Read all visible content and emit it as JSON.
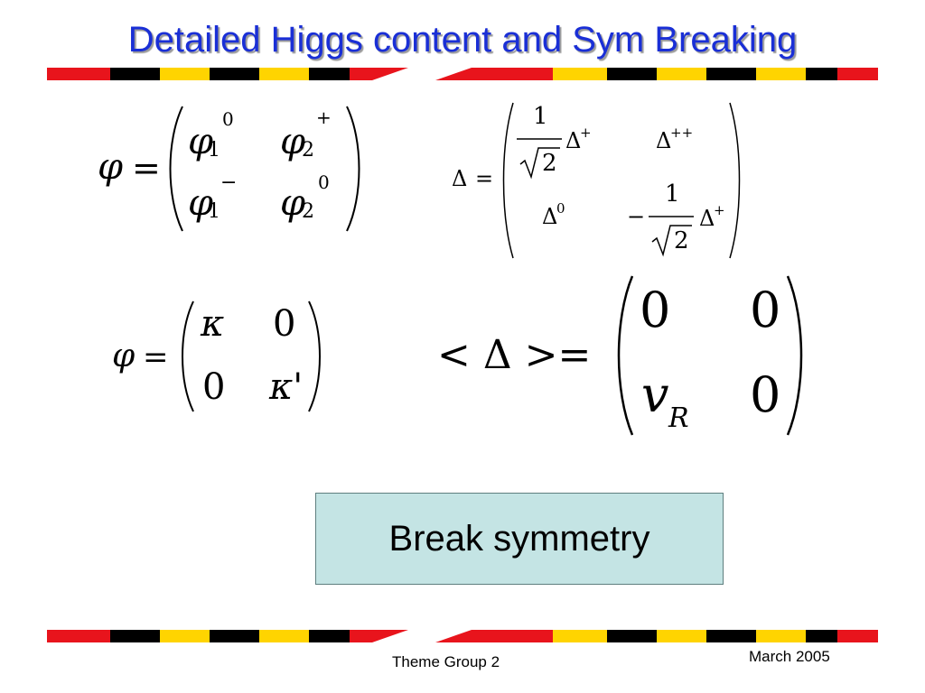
{
  "slide": {
    "title": "Detailed Higgs content and Sym Breaking",
    "callout": "Break symmetry",
    "footer_left": "Theme Group 2",
    "footer_right": "March 2005"
  },
  "colors": {
    "title": "#1a2fd6",
    "callout_fill": "#c4e4e4",
    "stripe_red": "#e8141c",
    "stripe_yellow": "#ffd400",
    "stripe_black": "#000000"
  },
  "equations": {
    "phi_matrix": {
      "lhs": "φ",
      "equals": "=",
      "cells": [
        {
          "base": "φ",
          "sub": "1",
          "sup": "0"
        },
        {
          "base": "φ",
          "sub": "2",
          "sup": "+"
        },
        {
          "base": "φ",
          "sub": "1",
          "sup": "−"
        },
        {
          "base": "φ",
          "sub": "2",
          "sup": "0"
        }
      ]
    },
    "delta_matrix": {
      "lhs": "Δ",
      "equals": "=",
      "frac_num": "1",
      "frac_den": "2",
      "minus": "−",
      "cells": [
        {
          "base": "Δ",
          "sup": "+"
        },
        {
          "base": "Δ",
          "sup": "++"
        },
        {
          "base": "Δ",
          "sup": "0"
        },
        {
          "base": "Δ",
          "sup": "+"
        }
      ]
    },
    "phi_vev": {
      "lhs": "φ",
      "equals": "=",
      "a": "κ",
      "b": "0",
      "c": "0",
      "d": "κ'"
    },
    "delta_vev": {
      "lhs": "< Δ >=",
      "a": "0",
      "b": "0",
      "c": "v",
      "c_sub": "R",
      "d": "0"
    }
  }
}
